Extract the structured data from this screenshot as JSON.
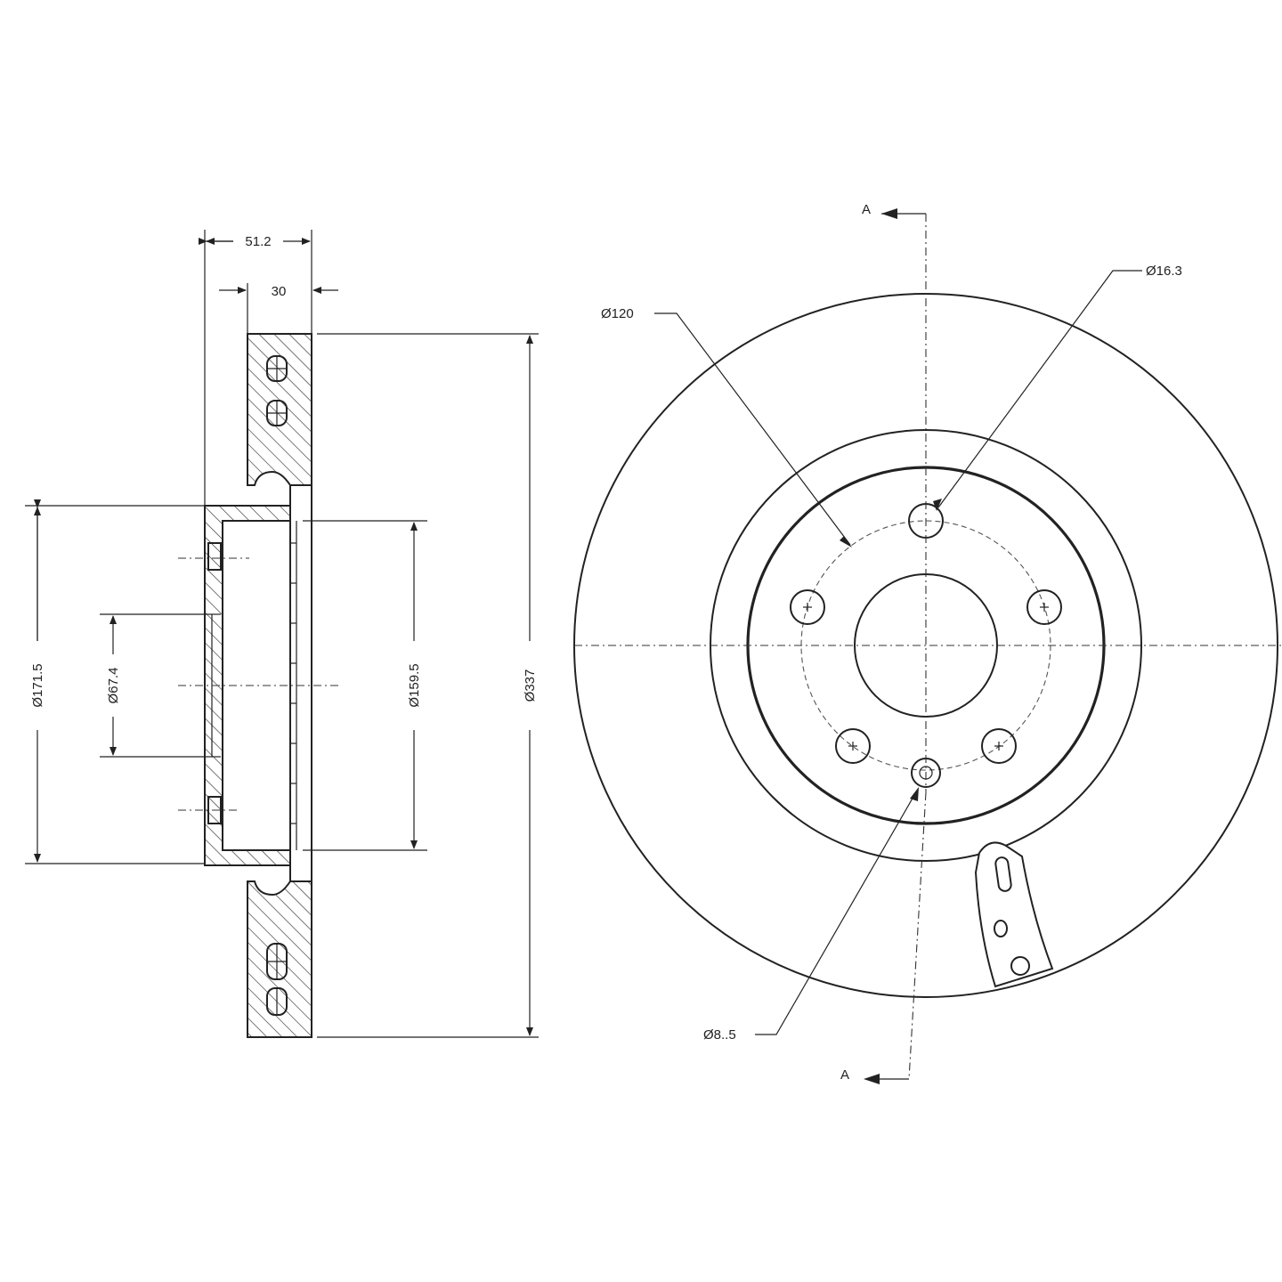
{
  "dimensions": {
    "width_total": "51.2",
    "width_disc": "30",
    "dia_171": "Ø171.5",
    "dia_67": "Ø67.4",
    "dia_159": "Ø159.5",
    "dia_337": "Ø337",
    "dia_120": "Ø120",
    "dia_16": "Ø16.3",
    "dia_8": "Ø8..5"
  },
  "section": {
    "label_top": "A",
    "label_bottom": "A"
  }
}
